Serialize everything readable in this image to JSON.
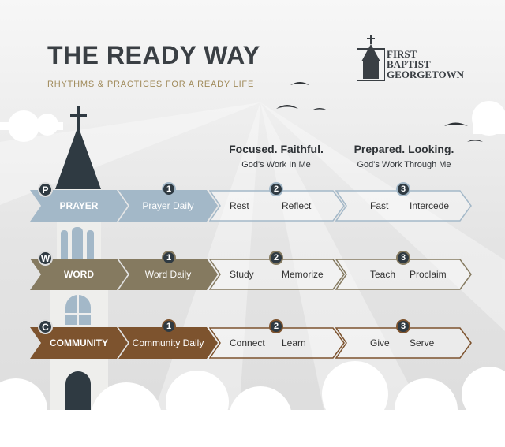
{
  "header": {
    "title": "THE READY WAY",
    "subtitle": "RHYTHMS & PRACTICES FOR A READY LIFE"
  },
  "logo": {
    "line1": "FIRST",
    "line2": "BAPTIST",
    "line3": "GEORGETOWN"
  },
  "columns": [
    {
      "heading": "Focused. Faithful.",
      "sub": "God's Work In Me"
    },
    {
      "heading": "Prepared. Looking.",
      "sub": "God's Work Through Me"
    }
  ],
  "colors": {
    "prayer": "#a3b8c8",
    "word": "#857a60",
    "community": "#7d532e",
    "dark": "#2f3a42"
  },
  "rows": [
    {
      "letter": "P",
      "label": "PRAYER",
      "daily": "Prayer Daily",
      "n1": "1",
      "n2": "2",
      "n3": "3",
      "s2a": "Rest",
      "s2b": "Reflect",
      "s3a": "Fast",
      "s3b": "Intercede"
    },
    {
      "letter": "W",
      "label": "WORD",
      "daily": "Word Daily",
      "n1": "1",
      "n2": "2",
      "n3": "3",
      "s2a": "Study",
      "s2b": "Memorize",
      "s3a": "Teach",
      "s3b": "Proclaim"
    },
    {
      "letter": "C",
      "label": "COMMUNITY",
      "daily": "Community Daily",
      "n1": "1",
      "n2": "2",
      "n3": "3",
      "s2a": "Connect",
      "s2b": "Learn",
      "s3a": "Give",
      "s3b": "Serve"
    }
  ]
}
